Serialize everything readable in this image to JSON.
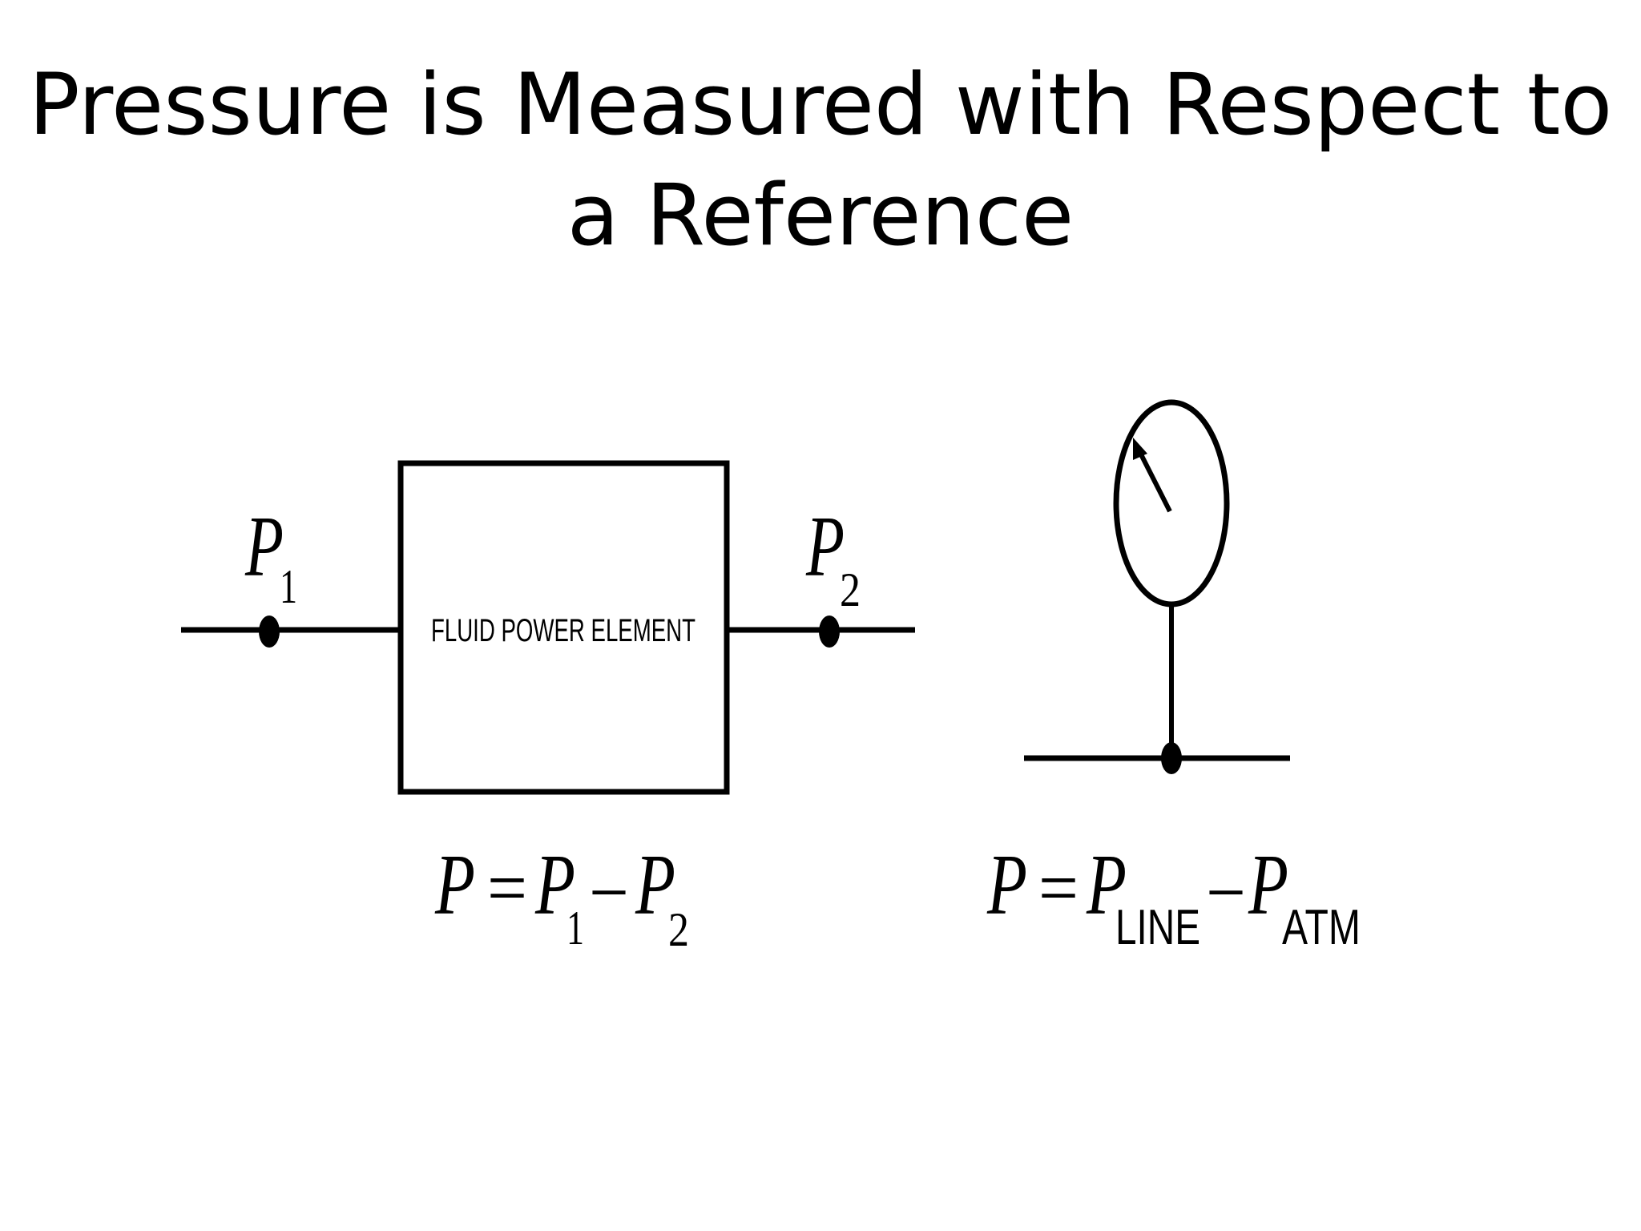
{
  "title": {
    "line1": "Pressure is Measured with Respect to",
    "line2": "a Reference"
  },
  "left_diagram": {
    "box_label": "FLUID POWER ELEMENT",
    "p1": {
      "symbol": "P",
      "subscript": "1"
    },
    "p2": {
      "symbol": "P",
      "subscript": "2"
    },
    "formula": {
      "lhs": "P",
      "equals": "=",
      "term1": "P",
      "term1_sub": "1",
      "minus": "–",
      "term2": "P",
      "term2_sub": "2"
    }
  },
  "right_diagram": {
    "formula": {
      "lhs": "P",
      "equals": "=",
      "term1": "P",
      "term1_sub": "LINE",
      "minus": "–",
      "term2": "P",
      "term2_sub": "ATM"
    }
  },
  "colors": {
    "background": "#ffffff",
    "ink": "#000000"
  }
}
